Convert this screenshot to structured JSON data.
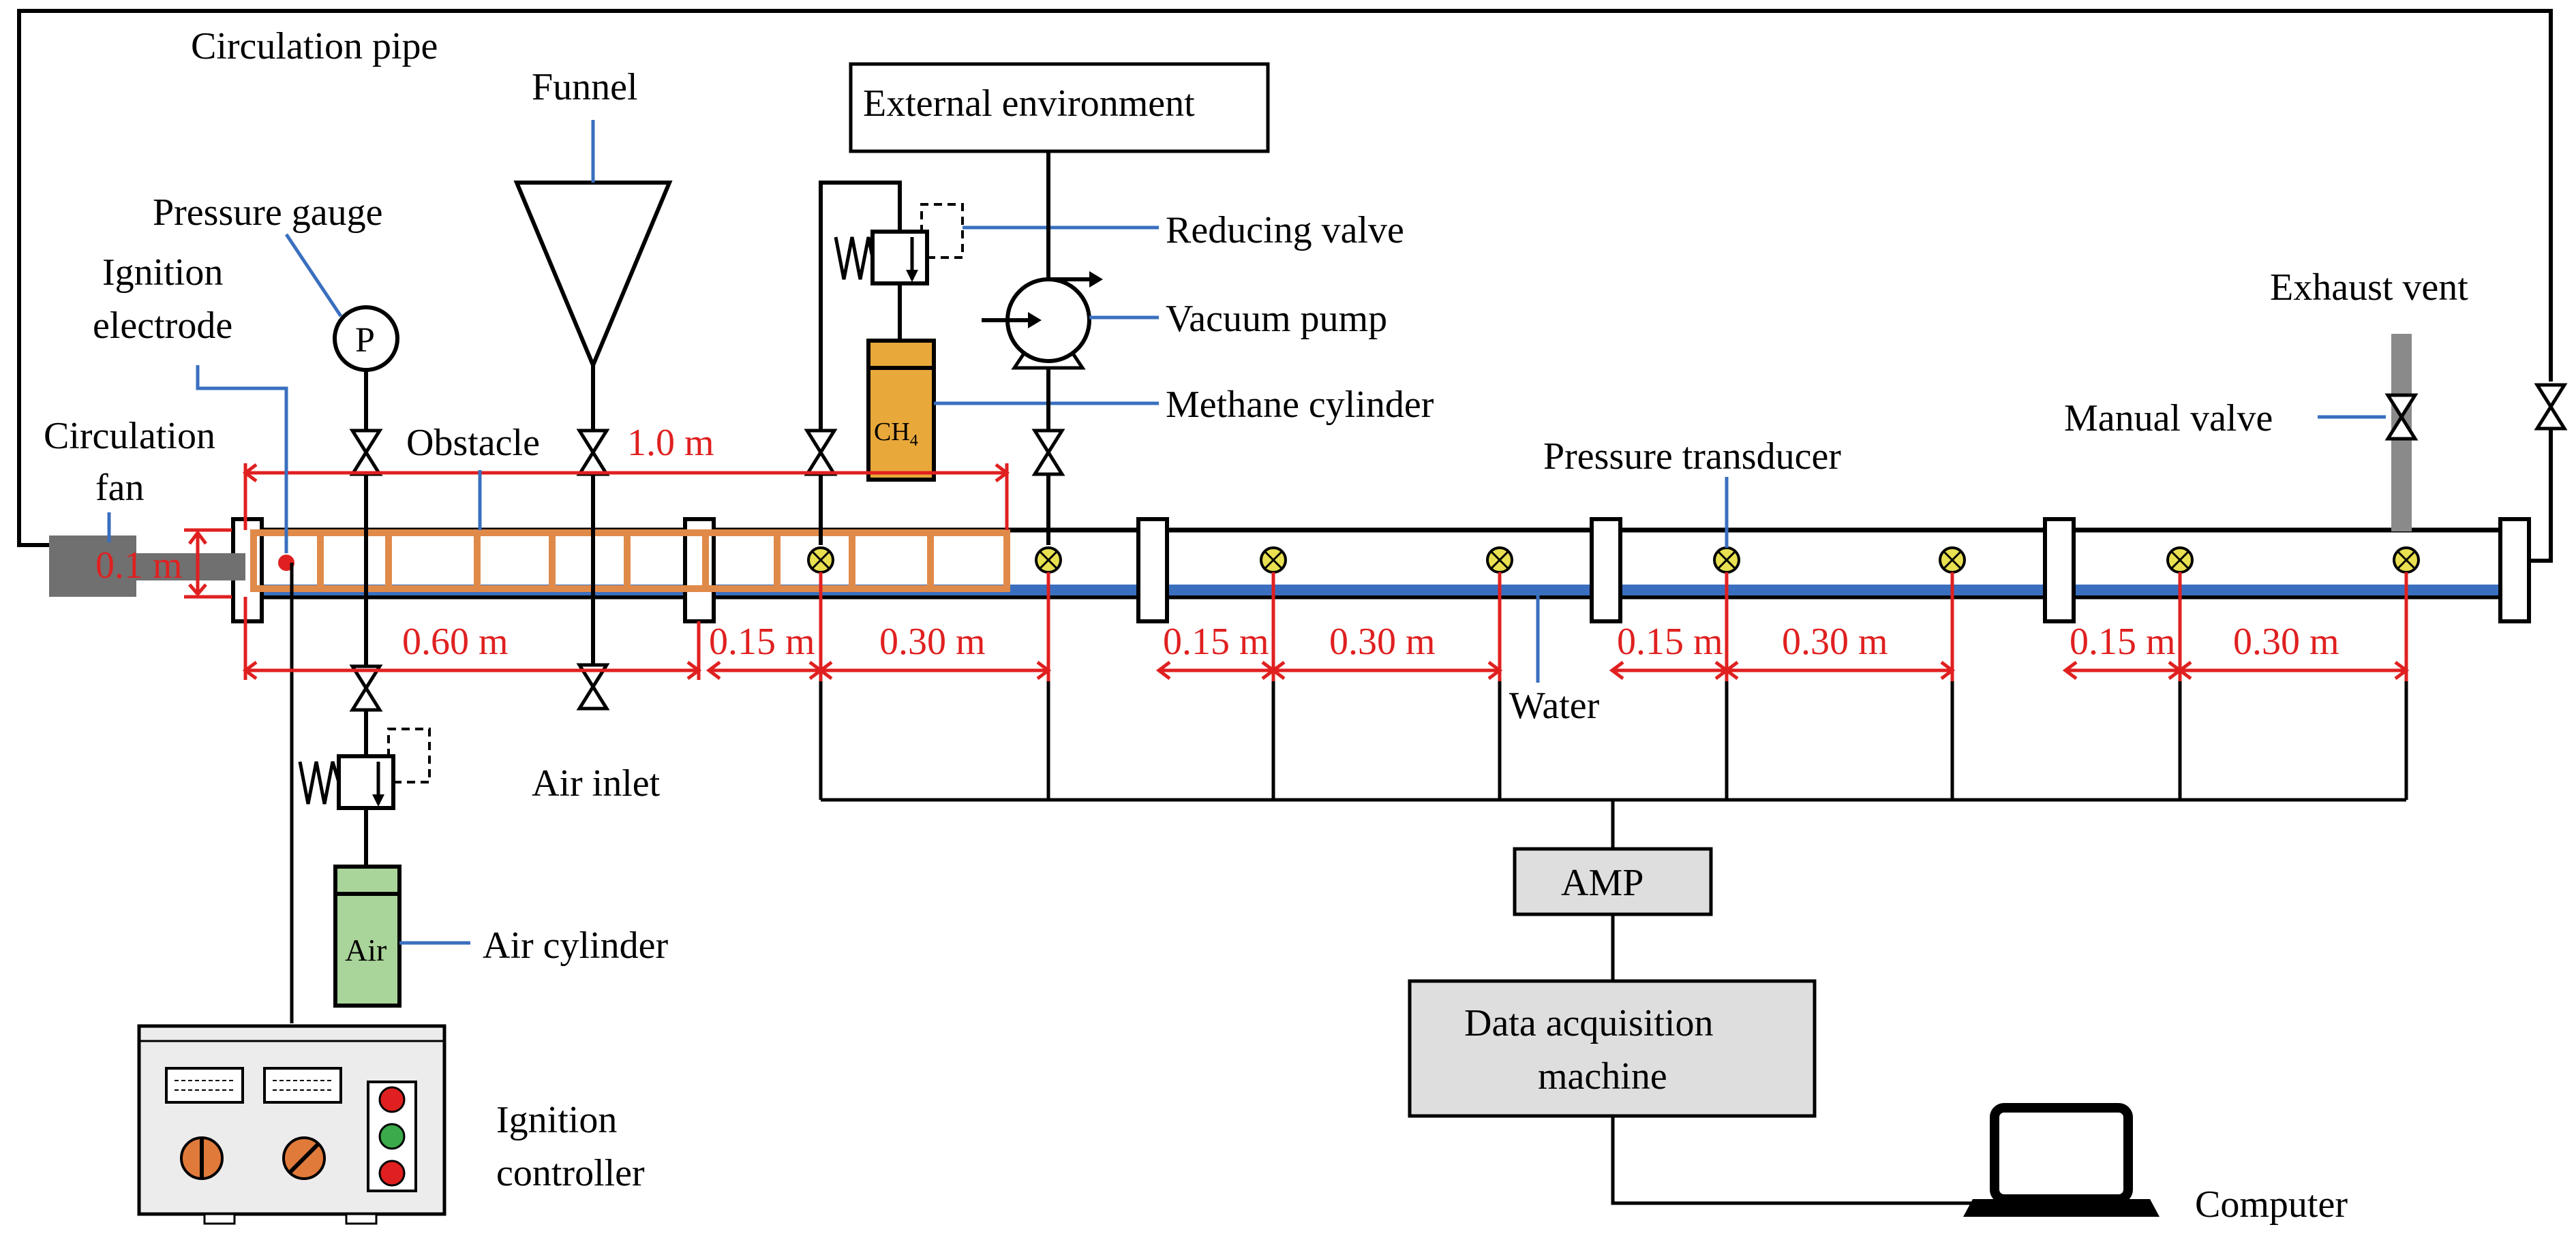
{
  "labels": {
    "circulation_pipe": "Circulation pipe",
    "funnel": "Funnel",
    "external_environment": "External environment",
    "pressure_gauge": "Pressure gauge",
    "pressure_gauge_symbol": "P",
    "ignition_electrode_1": "Ignition",
    "ignition_electrode_2": "electrode",
    "reducing_valve": "Reducing valve",
    "vacuum_pump": "Vacuum pump",
    "methane_cylinder": "Methane cylinder",
    "ch4": "CH",
    "ch4_sub": "4",
    "exhaust_vent": "Exhaust vent",
    "manual_valve": "Manual valve",
    "circulation_fan_1": "Circulation",
    "circulation_fan_2": "fan",
    "obstacle": "Obstacle",
    "pressure_transducer": "Pressure transducer",
    "water": "Water",
    "air_inlet": "Air inlet",
    "air_cylinder": "Air cylinder",
    "air": "Air",
    "amp": "AMP",
    "daq_1": "Data acquisition",
    "daq_2": "machine",
    "ignition_controller_1": "Ignition",
    "ignition_controller_2": "controller",
    "computer": "Computer"
  },
  "dimensions": {
    "pipe_diameter": "0.1 m",
    "obstacle_length": "1.0 m",
    "first_segment": "0.60 m",
    "seg_a1": "0.15 m",
    "seg_b1": "0.30 m",
    "seg_a2": "0.15 m",
    "seg_b2": "0.30 m",
    "seg_a3": "0.15 m",
    "seg_b3": "0.30 m",
    "seg_a4": "0.15 m",
    "seg_b4": "0.30 m"
  },
  "colors": {
    "dimension_red": "#e02020",
    "leader_blue": "#3a6fbf",
    "water_blue": "#3a6fbf",
    "obstacle_orange": "#e08a4a",
    "methane_yellow": "#e8a83a",
    "air_green": "#a9d49a",
    "box_gray": "#dedede",
    "fan_gray": "#707070",
    "transducer_yellow": "#e8e050"
  }
}
